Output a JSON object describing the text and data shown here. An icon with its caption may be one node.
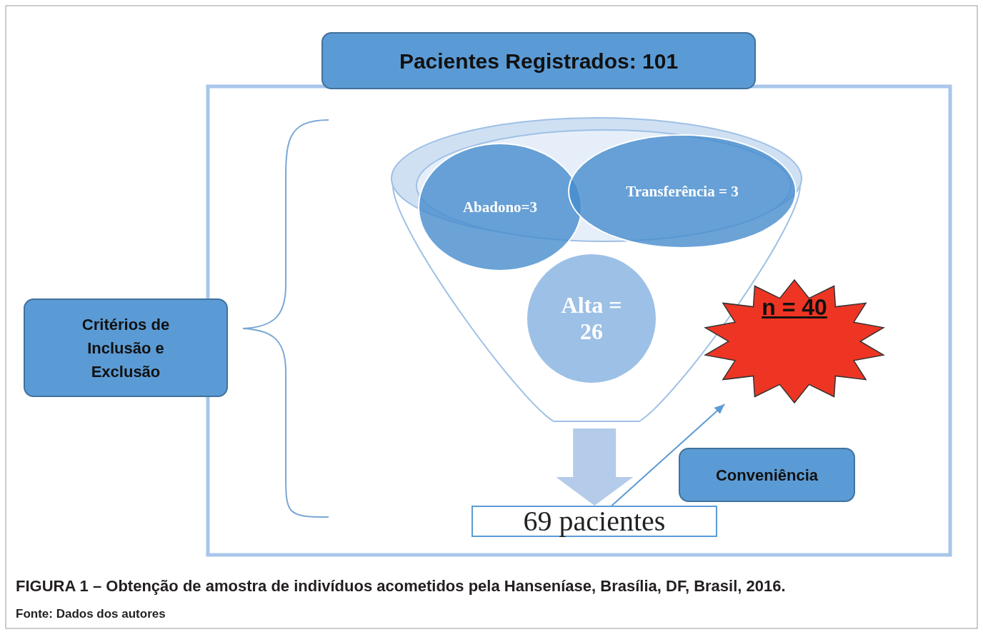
{
  "diagram": {
    "caption": "FIGURA 1 – Obtenção de amostra de indivíduos acometidos pela Hanseníase, Brasília, DF, Brasil, 2016.",
    "nodes": [
      {
        "text": [
          "Pacientes Registrados: 101"
        ]
      },
      {
        "text": [
          "Critérios de Inclusão e Exclusão"
        ]
      },
      {
        "text": [],
        "shape": "funnel"
      },
      {
        "text": [
          "Abadono=3"
        ]
      },
      {
        "text": [
          "Transferência = 3"
        ]
      },
      {
        "text": [
          "Alta = 26"
        ],
        "in": 2
      },
      {
        "text": [
          "n = 40"
        ]
      },
      {
        "text": [
          "Conveniência"
        ]
      },
      {
        "text": [
          "69 pacientes"
        ]
      }
    ],
    "edges": [
      {
        "from": 2,
        "to": 8,
        "arrow": "to",
        "style": "thick",
        "color": "#b4cbe9"
      },
      {
        "from": 8,
        "to": 6,
        "arrow": "to"
      }
    ],
    "labels": [
      "Fonte: Dados dos autores"
    ]
  }
}
